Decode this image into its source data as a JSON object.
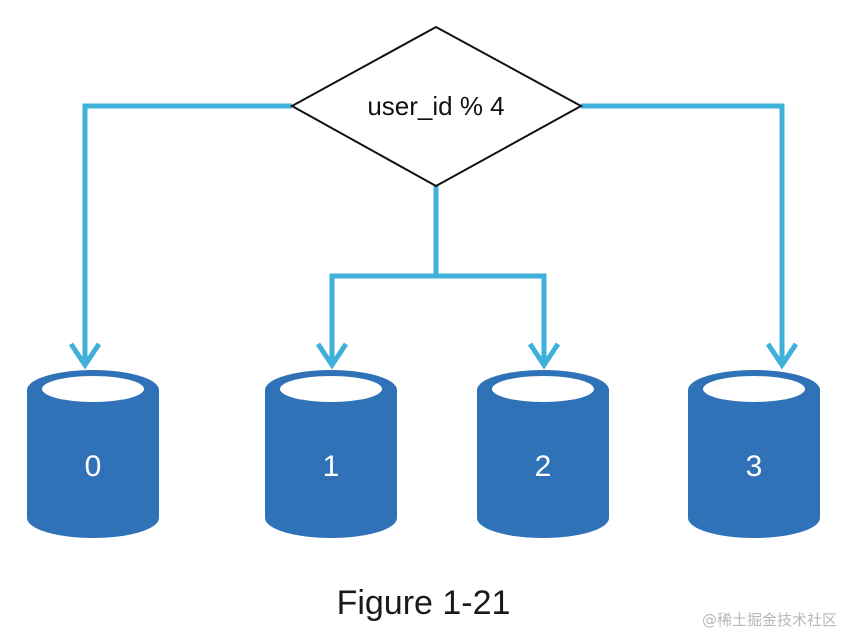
{
  "decision": {
    "label": "user_id % 4"
  },
  "shards": [
    {
      "label": "0"
    },
    {
      "label": "1"
    },
    {
      "label": "2"
    },
    {
      "label": "3"
    }
  ],
  "caption": "Figure 1-21",
  "watermark": "@稀土掘金技术社区",
  "colors": {
    "arrow": "#3fb0d9",
    "cylinder": "#2f72b7",
    "cylinder_top": "#ffffff",
    "decision_stroke": "#111111"
  }
}
